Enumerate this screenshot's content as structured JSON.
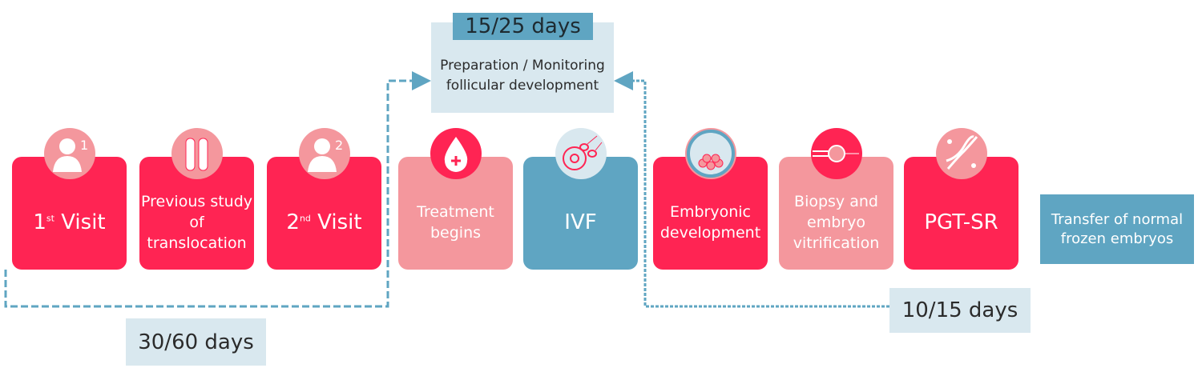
{
  "steps": [
    {
      "pre": "1",
      "sup": "st",
      "post": " Visit",
      "icon": "doctor-icon",
      "num": "1"
    },
    {
      "text": "Previous study of translocation",
      "icon": "test-tubes-icon"
    },
    {
      "pre": "2",
      "sup": "nd",
      "post": " Visit",
      "icon": "doctor-icon",
      "num": "2"
    },
    {
      "text": "Treatment begins",
      "icon": "blood-drop-icon"
    },
    {
      "text": "IVF",
      "icon": "sperm-egg-icon"
    },
    {
      "text": "Embryonic development",
      "icon": "blastocyst-icon"
    },
    {
      "text": "Biopsy and embryo vitrification",
      "icon": "biopsy-icon"
    },
    {
      "text": "PGT-SR",
      "icon": "dna-icon"
    }
  ],
  "transfer": "Transfer of normal frozen embryos",
  "preparation": {
    "duration": "15/25 days",
    "text": "Preparation / Monitoring follicular development"
  },
  "durations": {
    "first": "30/60 days",
    "last": "10/15 days"
  },
  "colors": {
    "red": "#ff2453",
    "pink": "#f4979d",
    "blue": "#5fa5c2",
    "light": "#d9e8ef"
  }
}
